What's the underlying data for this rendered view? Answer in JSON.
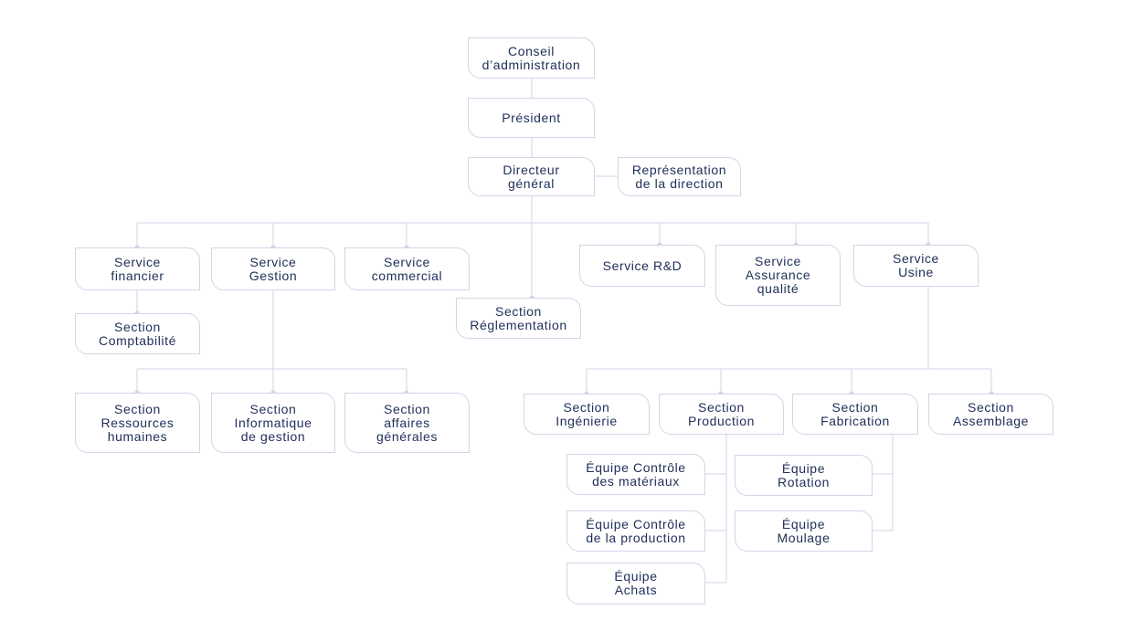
{
  "nodes": {
    "conseil": "Conseil\nd’administration",
    "president": "Président",
    "directeur": "Directeur\ngénéral",
    "representation": "Représentation\nde la direction",
    "service_financier": "Service\nfinancier",
    "service_gestion": "Service\nGestion",
    "service_commercial": "Service\ncommercial",
    "section_reglementation": "Section\nRéglementation",
    "service_rd": "Service R&D",
    "service_assurance": "Service\nAssurance\nqualité",
    "service_usine": "Service\nUsine",
    "section_comptabilite": "Section\nComptabilité",
    "section_rh": "Section\nRessources\nhumaines",
    "section_informatique": "Section\nInformatique\nde gestion",
    "section_affaires": "Section\naffaires\ngénérales",
    "section_ingenierie": "Section\nIngénierie",
    "section_production": "Section\nProduction",
    "section_fabrication": "Section\nFabrication",
    "section_assemblage": "Section\nAssemblage",
    "equipe_controle_materiaux": "Équipe Contrôle\ndes matériaux",
    "equipe_controle_production": "Équipe Contrôle\nde la production",
    "equipe_achats": "Équipe\nAchats",
    "equipe_rotation": "Équipe\nRotation",
    "equipe_moulage": "Équipe\nMoulage"
  }
}
